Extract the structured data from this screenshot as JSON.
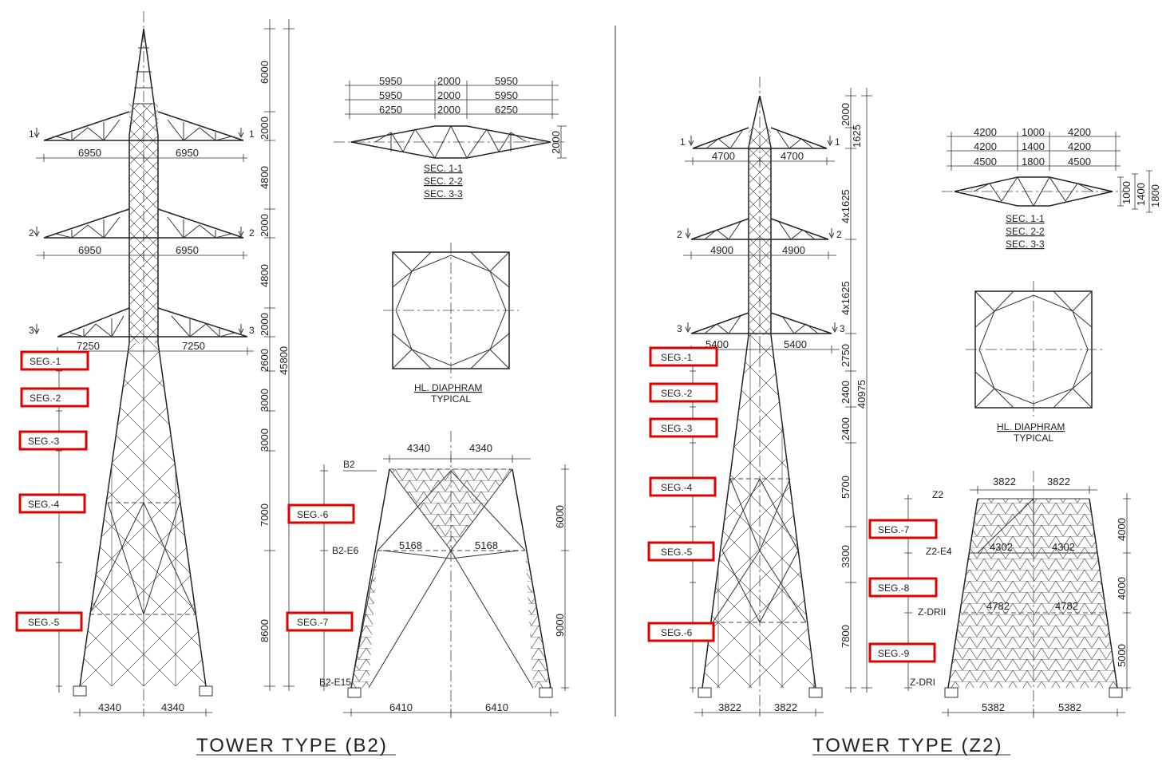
{
  "colors": {
    "line": "#333333",
    "highlight": "#e00000",
    "background": "#ffffff"
  },
  "b2": {
    "title": "TOWER TYPE (B2)",
    "arm_labels": [
      "1",
      "1",
      "2",
      "2",
      "3",
      "3"
    ],
    "arm_dims": [
      "6950",
      "6950",
      "6950",
      "6950",
      "7250",
      "7250"
    ],
    "base_dims": [
      "4340",
      "4340"
    ],
    "vertical_dims": [
      "6000",
      "2000",
      "4800",
      "2000",
      "4800",
      "2000",
      "2600",
      "3000",
      "3000",
      "7000",
      "8600"
    ],
    "total_height": "45800",
    "segments": [
      "SEG.-1",
      "SEG.-2",
      "SEG.-3",
      "SEG.-4",
      "SEG.-5"
    ],
    "section": {
      "rows": [
        [
          "5950",
          "2000",
          "5950"
        ],
        [
          "5950",
          "2000",
          "5950"
        ],
        [
          "6250",
          "2000",
          "6250"
        ]
      ],
      "depth": "2000",
      "labels": [
        "SEC. 1-1",
        "SEC. 2-2",
        "SEC. 3-3"
      ]
    },
    "diaphragm": {
      "title": "HL. DIAPHRAM",
      "subtitle": "TYPICAL"
    },
    "extension": {
      "top_dims": [
        "4340",
        "4340"
      ],
      "mid_dims": [
        "5168",
        "5168"
      ],
      "bottom_dims": [
        "6410",
        "6410"
      ],
      "levels": [
        "B2",
        "B2-E6",
        "B2-E15"
      ],
      "heights": [
        "6000",
        "9000"
      ],
      "segments": [
        "SEG.-6",
        "SEG.-7"
      ]
    }
  },
  "z2": {
    "title": "TOWER TYPE (Z2)",
    "arm_labels": [
      "1",
      "1",
      "2",
      "2",
      "3",
      "3"
    ],
    "arm_dims": [
      "4700",
      "4700",
      "4900",
      "4900",
      "5400",
      "5400"
    ],
    "base_dims": [
      "3822",
      "3822"
    ],
    "vertical_dims": [
      "2000",
      "1625",
      "4x1625",
      "4x1625",
      "2750",
      "2400",
      "2400",
      "5700",
      "3300",
      "7800"
    ],
    "total_height": "40975",
    "segments": [
      "SEG.-1",
      "SEG.-2",
      "SEG.-3",
      "SEG.-4",
      "SEG.-5",
      "SEG.-6"
    ],
    "section": {
      "rows": [
        [
          "4200",
          "1000",
          "4200"
        ],
        [
          "4200",
          "1400",
          "4200"
        ],
        [
          "4500",
          "1800",
          "4500"
        ]
      ],
      "depths": [
        "1000",
        "1400",
        "1800"
      ],
      "labels": [
        "SEC. 1-1",
        "SEC. 2-2",
        "SEC. 3-3"
      ]
    },
    "diaphragm": {
      "title": "HL. DIAPHRAM",
      "subtitle": "TYPICAL"
    },
    "extension": {
      "top_dims": [
        "3822",
        "3822"
      ],
      "mid1_dims": [
        "4302",
        "4302"
      ],
      "mid2_dims": [
        "4782",
        "4782"
      ],
      "bottom_dims": [
        "5382",
        "5382"
      ],
      "levels": [
        "Z2",
        "Z2-E4",
        "Z-DRII",
        "Z-DRI"
      ],
      "heights": [
        "4000",
        "4000",
        "5000"
      ],
      "segments": [
        "SEG.-7",
        "SEG.-8",
        "SEG.-9"
      ]
    }
  }
}
